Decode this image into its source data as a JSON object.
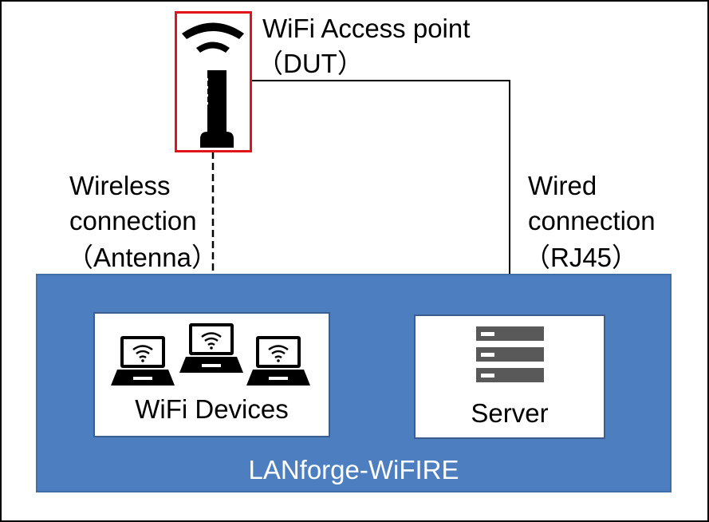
{
  "access_point": {
    "title": "WiFi Access point",
    "subtitle": "（DUT）",
    "icon": "wifi-tower-icon",
    "highlight_color": "#e0141a"
  },
  "wireless_link": {
    "line1": "Wireless",
    "line2": "connection",
    "line3": "（Antenna）",
    "style": "dashed"
  },
  "wired_link": {
    "line1": "Wired",
    "line2": "connection",
    "line3": "（RJ45）",
    "style": "solid"
  },
  "lanforge": {
    "label": "LANforge-WiFIRE",
    "color": "#4d7fc0"
  },
  "devices": {
    "label": "WiFi Devices",
    "icon": "laptop-wifi-icon",
    "count": 3
  },
  "server": {
    "label": "Server",
    "icon": "server-rack-icon"
  }
}
